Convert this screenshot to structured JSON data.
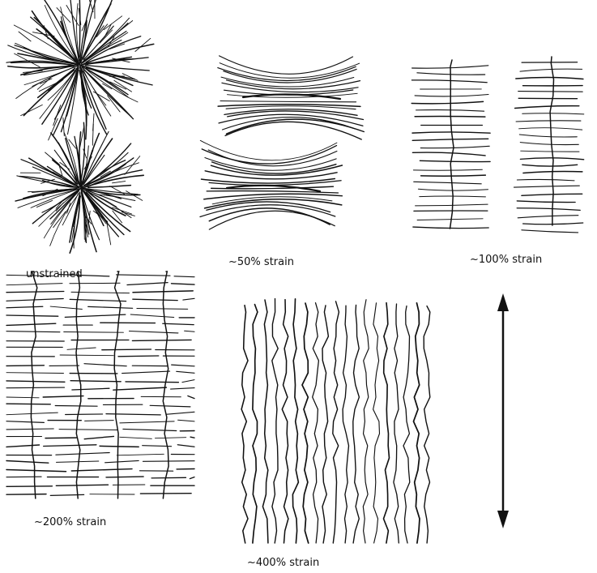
{
  "panels": [
    {
      "id": "unstrained",
      "caption": "unstrained"
    },
    {
      "id": "strain-50",
      "caption": "~50% strain"
    },
    {
      "id": "strain-100",
      "caption": "~100% strain"
    },
    {
      "id": "strain-200",
      "caption": "~200% strain"
    },
    {
      "id": "strain-400",
      "caption": "~400% strain"
    }
  ],
  "strain_axis": {
    "symbol": "double-headed-arrow",
    "orientation": "vertical"
  }
}
